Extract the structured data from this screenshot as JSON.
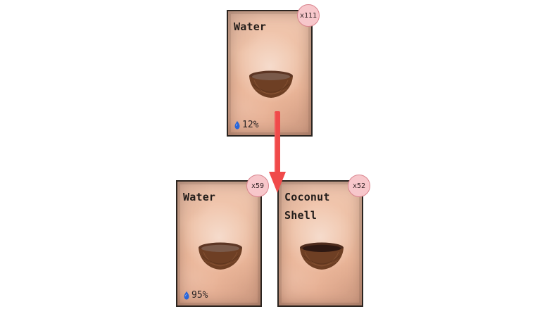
{
  "cards": {
    "top_water": {
      "title": "Water",
      "count": "x111",
      "liquid_value": "12%",
      "icon": "coconut-bowl-water-icon"
    },
    "bottom_water": {
      "title": "Water",
      "count": "x59",
      "liquid_value": "95%",
      "icon": "coconut-bowl-water-icon"
    },
    "coconut_shell": {
      "title": "Coconut Shell",
      "count": "x52",
      "icon": "coconut-shell-bowl-icon"
    }
  },
  "arrow": {
    "direction": "down",
    "color": "#f04a4a",
    "icon": "down-arrow-icon"
  },
  "palette": {
    "card_bg": "#efc2a7",
    "card_border": "#2b241f",
    "badge_bg": "#f7c7cb",
    "badge_border": "#d9838d",
    "bowl_outer": "#6e3f24",
    "bowl_inner": "#5b3422",
    "water_fill": "#7a5a4a",
    "drop_blue": "#2a66d8"
  }
}
